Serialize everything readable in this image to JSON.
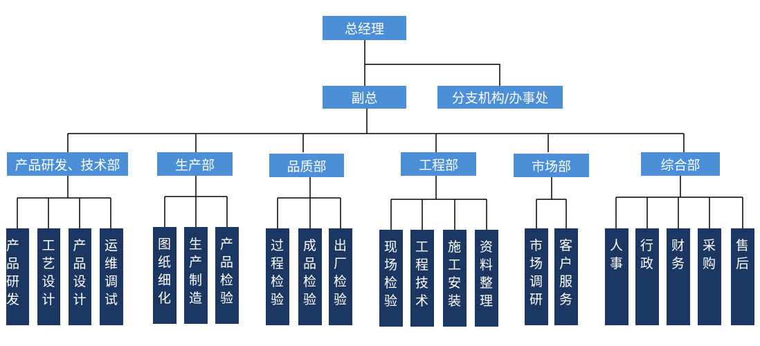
{
  "root": "总经理",
  "level2": {
    "deputy": "副总",
    "branch": "分支机构/办事处"
  },
  "departments": [
    {
      "name": "产品研发、技术部",
      "units": [
        "产品研发",
        "工艺设计",
        "产品设计",
        "运维调试"
      ]
    },
    {
      "name": "生产部",
      "units": [
        "图纸细化",
        "生产制造",
        "产品检验"
      ]
    },
    {
      "name": "品质部",
      "units": [
        "过程检验",
        "成品检验",
        "出厂检验"
      ]
    },
    {
      "name": "工程部",
      "units": [
        "现场检验",
        "工程技术",
        "施工安装",
        "资料整理"
      ]
    },
    {
      "name": "市场部",
      "units": [
        "市场调研",
        "客户服务"
      ]
    },
    {
      "name": "综合部",
      "units": [
        "人事",
        "行政",
        "财务",
        "采购",
        "售后"
      ]
    }
  ],
  "colors": {
    "blue_box": "#4a8fd8",
    "navy_box": "#1c3762",
    "line": "#000000"
  }
}
